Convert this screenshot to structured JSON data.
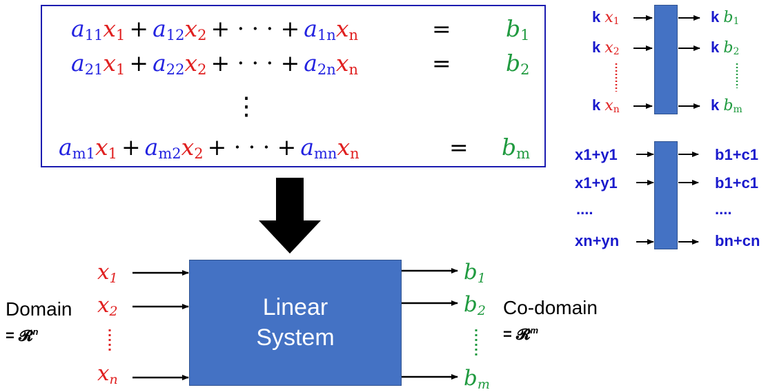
{
  "equations": {
    "row1": {
      "a1": "a",
      "s1": "11",
      "x1": "x",
      "t1": "1",
      "a2": "a",
      "s2": "12",
      "x2": "x",
      "t2": "2",
      "a3": "a",
      "s3": "1n",
      "x3": "x",
      "t3": "n",
      "b": "b",
      "sb": "1"
    },
    "row2": {
      "a1": "a",
      "s1": "21",
      "x1": "x",
      "t1": "1",
      "a2": "a",
      "s2": "22",
      "x2": "x",
      "t2": "2",
      "a3": "a",
      "s3": "2n",
      "x3": "x",
      "t3": "n",
      "b": "b",
      "sb": "2"
    },
    "rowm": {
      "a1": "a",
      "s1": "m1",
      "x1": "x",
      "t1": "1",
      "a2": "a",
      "s2": "m2",
      "x2": "x",
      "t2": "2",
      "a3": "a",
      "s3": "mn",
      "x3": "x",
      "t3": "n",
      "b": "b",
      "sb": "m"
    },
    "plus": "+",
    "cdots": "+ · · · +",
    "equals": "=",
    "vdots": "⋮"
  },
  "linear_system": {
    "line1": "Linear",
    "line2": "System",
    "inputs": [
      {
        "v": "x",
        "s": "1"
      },
      {
        "v": "x",
        "s": "2"
      },
      {
        "v": "x",
        "s": "n"
      }
    ],
    "outputs": [
      {
        "v": "b",
        "s": "1"
      },
      {
        "v": "b",
        "s": "2"
      },
      {
        "v": "b",
        "s": "m"
      }
    ],
    "domain_label": "Domain",
    "domain_space": "= 𝓡",
    "domain_exp": "n",
    "codomain_label": "Co-domain",
    "codomain_space": "= 𝓡",
    "codomain_exp": "m"
  },
  "scaling": {
    "k": "k",
    "inputs": [
      {
        "v": "x",
        "s": "1"
      },
      {
        "v": "x",
        "s": "2"
      },
      {
        "v": "x",
        "s": "n"
      }
    ],
    "outputs": [
      {
        "v": "b",
        "s": "1"
      },
      {
        "v": "b",
        "s": "2"
      },
      {
        "v": "b",
        "s": "m"
      }
    ]
  },
  "additivity": {
    "inputs": [
      "x1+y1",
      "x1+y1",
      "....",
      "xn+yn"
    ],
    "outputs": [
      "b1+c1",
      "b1+c1",
      "....",
      "bn+cn"
    ]
  },
  "colors": {
    "coefficient": "#2323e0",
    "variable": "#e02020",
    "constant": "#1f9a3f",
    "box": "#4472c4",
    "label": "#1a1acc"
  }
}
